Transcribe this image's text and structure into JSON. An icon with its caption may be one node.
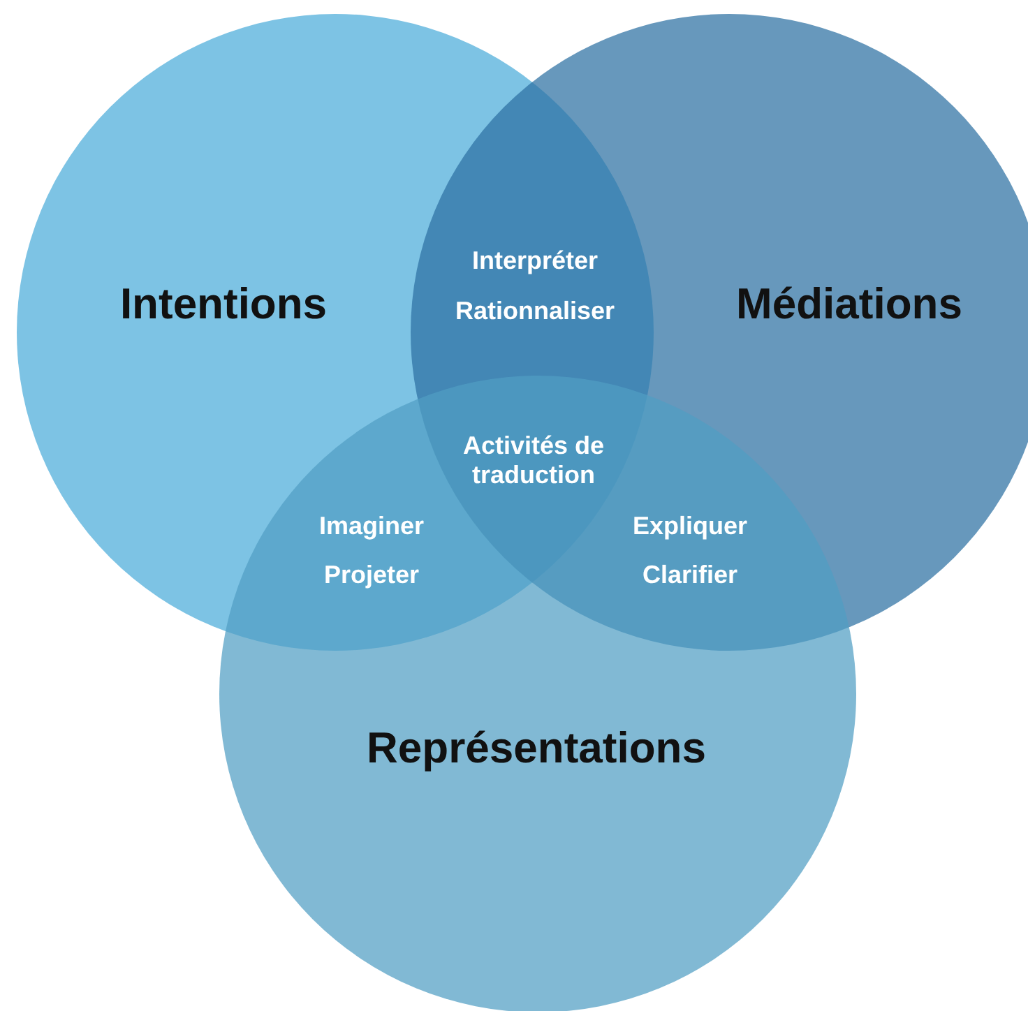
{
  "diagram": {
    "nodes": [
      {
        "text": [
          "Intentions"
        ]
      },
      {
        "text": [
          "Médiations"
        ]
      },
      {
        "text": [
          "Représentations"
        ]
      }
    ],
    "labels": [
      "Interpréter",
      "Rationnaliser",
      "Activités de traduction",
      "Imaginer",
      "Projeter",
      "Expliquer",
      "Clarifier"
    ]
  }
}
